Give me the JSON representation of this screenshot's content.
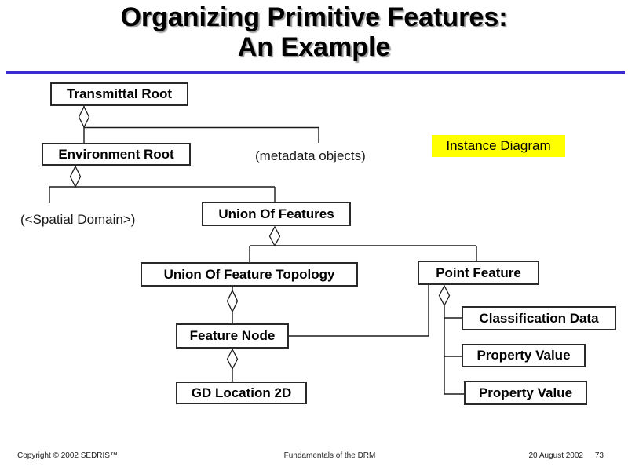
{
  "slide": {
    "title_line1": "Organizing Primitive Features:",
    "title_line2": "An Example",
    "tag_label": "Instance Diagram"
  },
  "colors": {
    "title_rule": "#3a2cd1",
    "tag_highlight": "#ffff00",
    "connector": "#1a1a1a"
  },
  "diagram": {
    "nodes": {
      "transmittal_root": {
        "label": "Transmittal Root"
      },
      "environment_root": {
        "label": "Environment Root"
      },
      "union_of_features": {
        "label": "Union Of Features"
      },
      "union_of_feature_topology": {
        "label": "Union Of Feature Topology"
      },
      "point_feature": {
        "label": "Point Feature"
      },
      "feature_node": {
        "label": "Feature Node"
      },
      "gd_location_2d": {
        "label": "GD Location 2D"
      },
      "classification_data": {
        "label": "Classification Data"
      },
      "property_value_1": {
        "label": "Property Value"
      },
      "property_value_2": {
        "label": "Property Value"
      }
    },
    "annotations": {
      "metadata": "(metadata objects)",
      "spatial_domain": "(<Spatial Domain>)"
    },
    "edges": [
      {
        "from": "Transmittal Root",
        "to": "Environment Root",
        "type": "aggregation"
      },
      {
        "from": "Transmittal Root",
        "to": "(metadata objects)",
        "type": "aggregation"
      },
      {
        "from": "Environment Root",
        "to": "(<Spatial Domain>)",
        "type": "aggregation"
      },
      {
        "from": "Environment Root",
        "to": "Union Of Features",
        "type": "aggregation"
      },
      {
        "from": "Union Of Features",
        "to": "Union Of Feature Topology",
        "type": "aggregation"
      },
      {
        "from": "Union Of Features",
        "to": "Point Feature",
        "type": "aggregation"
      },
      {
        "from": "Union Of Feature Topology",
        "to": "Feature Node",
        "type": "aggregation"
      },
      {
        "from": "Feature Node",
        "to": "GD Location 2D",
        "type": "aggregation"
      },
      {
        "from": "Feature Node",
        "to": "Point Feature",
        "type": "association"
      },
      {
        "from": "Point Feature",
        "to": "Classification Data",
        "type": "aggregation"
      },
      {
        "from": "Point Feature",
        "to": "Property Value",
        "type": "aggregation"
      },
      {
        "from": "Point Feature",
        "to": "Property Value",
        "type": "aggregation"
      }
    ]
  },
  "footer": {
    "copyright": "Copyright © 2002 SEDRIS™",
    "center": "Fundamentals of the DRM",
    "date": "20 August 2002",
    "page": "73"
  }
}
